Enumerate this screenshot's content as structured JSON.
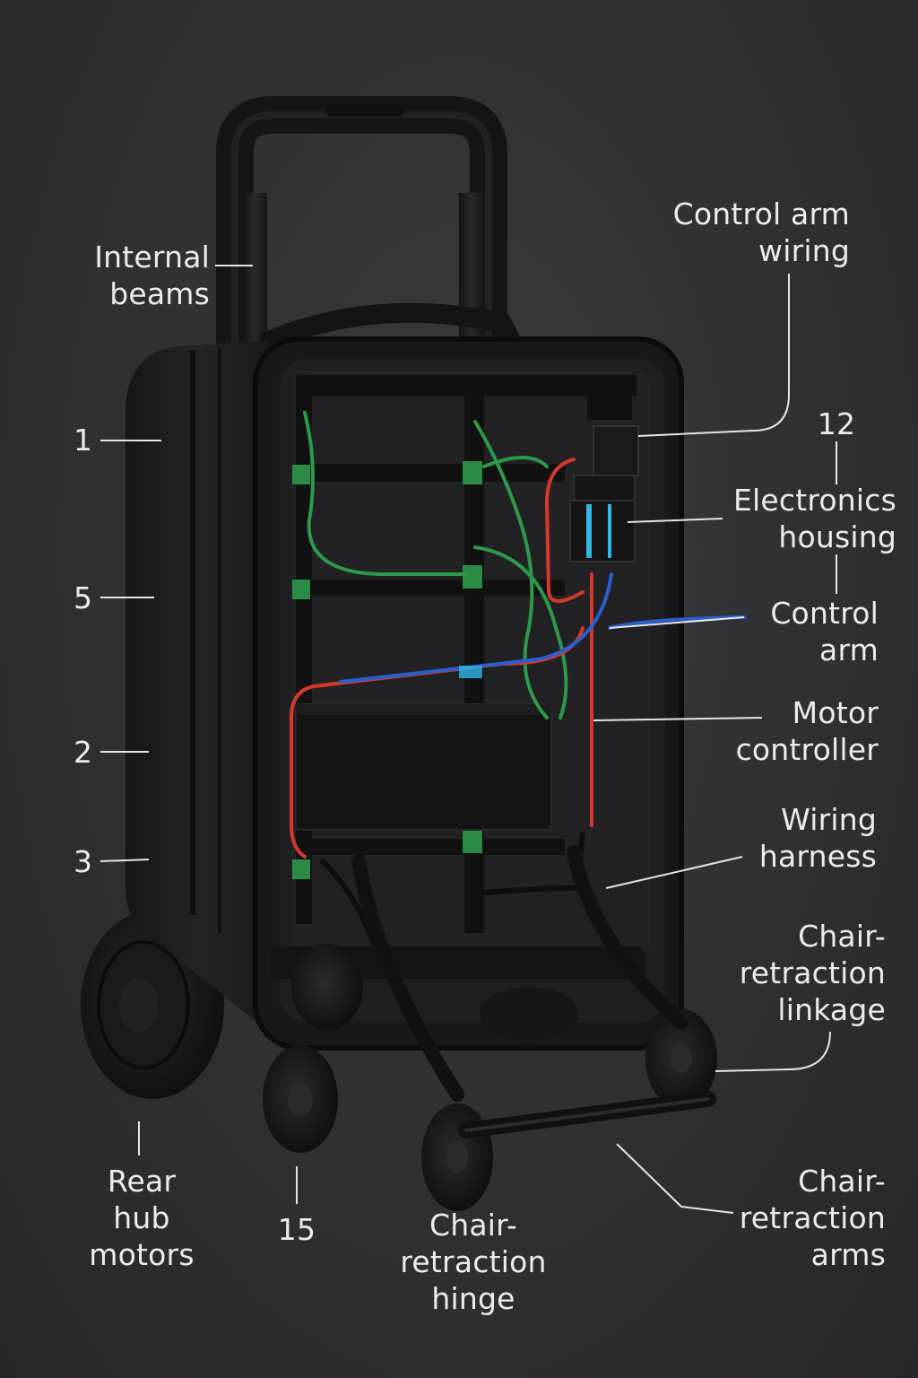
{
  "labels": {
    "internal_beams": "Internal\nbeams",
    "control_arm_wiring": "Control arm\nwiring",
    "num_1": "1",
    "num_12": "12",
    "electronics_housing": "Electronics\nhousing",
    "num_5": "5",
    "control_arm": "Control\narm",
    "motor_controller": "Motor\ncontroller",
    "num_2": "2",
    "wiring_harness": "Wiring\nharness",
    "num_3": "3",
    "chair_retraction_linkage": "Chair-\nretraction\nlinkage",
    "rear_hub_motors": "Rear\nhub\nmotors",
    "num_15": "15",
    "chair_retraction_hinge": "Chair-\nretraction\nhinge",
    "chair_retraction_arms": "Chair-\nretraction\narms"
  },
  "colors": {
    "background": "#2e2f32",
    "label_text": "#ececec",
    "leader_line": "#e6e6e6",
    "case_body": "#1b1b1c",
    "wire_green": "#2c9a4a",
    "wire_red": "#d8382c",
    "wire_blue": "#2a5fd0",
    "accent_cyan": "#2fb7e6"
  }
}
